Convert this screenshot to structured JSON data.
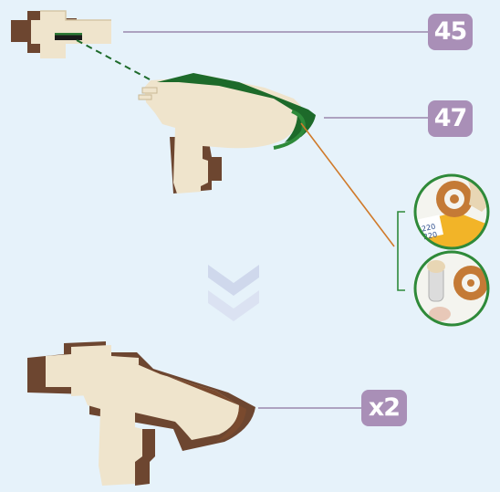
{
  "labels": {
    "part_a": "45",
    "part_b": "47",
    "quantity": "x2"
  },
  "inset": {
    "tag_top": "220",
    "tag_bottom": "220"
  },
  "colors": {
    "background": "#e6f2fa",
    "badge": "#a98fb7",
    "badge_text": "#ffffff",
    "leader_line": "#9a88ad",
    "green_highlight": "#1d6a2a",
    "callout_line": "#d07a2a",
    "wood_light": "#efe4cc",
    "wood_dark": "#6d4630",
    "arrow": "#cfd8ec"
  },
  "icons": {
    "step_arrow": "double-chevron-down-icon",
    "detail_inset": "magnifier-circle"
  }
}
